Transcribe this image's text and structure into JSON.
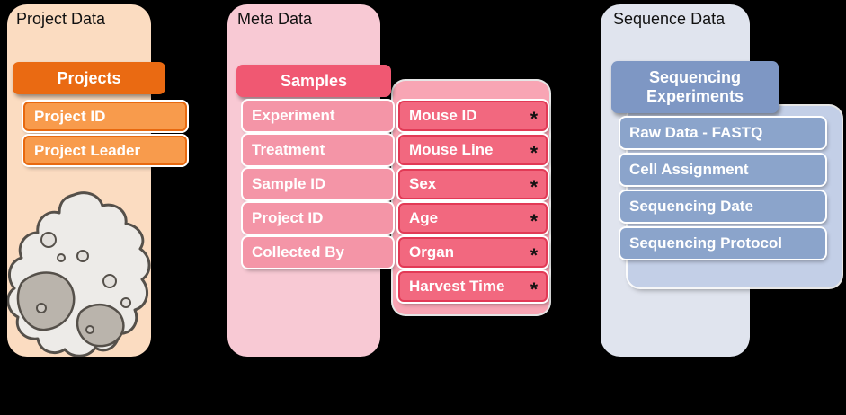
{
  "background": "#000000",
  "panels": {
    "project": {
      "title": "Project Data",
      "header": "Projects",
      "fields": [
        "Project ID",
        "Project Leader"
      ],
      "colors": {
        "panel_bg": "#fbdcc1",
        "header_bg": "#ea6a12",
        "field_bg": "#f89b4c",
        "field_border": "#e8690f"
      },
      "illustration": "cell-drawing"
    },
    "meta": {
      "title": "Meta Data",
      "header": "Samples",
      "fields": [
        "Experiment",
        "Treatment",
        "Sample ID",
        "Project ID",
        "Collected By"
      ],
      "required": [
        {
          "label": "Mouse ID",
          "marker": "*"
        },
        {
          "label": "Mouse Line",
          "marker": "*"
        },
        {
          "label": "Sex",
          "marker": "*"
        },
        {
          "label": "Age",
          "marker": "*"
        },
        {
          "label": "Organ",
          "marker": "*"
        },
        {
          "label": "Harvest Time",
          "marker": "*"
        }
      ],
      "colors": {
        "panel_bg": "#f8c9d4",
        "header_bg": "#f05872",
        "field_bg": "#f495a7",
        "required_bg": "#f2687f",
        "required_border": "#e23a56",
        "required_container_bg": "#f8a5b4"
      }
    },
    "sequence": {
      "title": "Sequence Data",
      "header": "Sequencing Experiments",
      "fields": [
        "Raw Data - FASTQ",
        "Cell Assignment",
        "Sequencing Date",
        "Sequencing Protocol"
      ],
      "colors": {
        "panel_bg": "#e0e4ee",
        "header_bg": "#7e97c4",
        "field_bg": "#8ba4cb",
        "container_bg": "#c3cfe7"
      }
    }
  }
}
